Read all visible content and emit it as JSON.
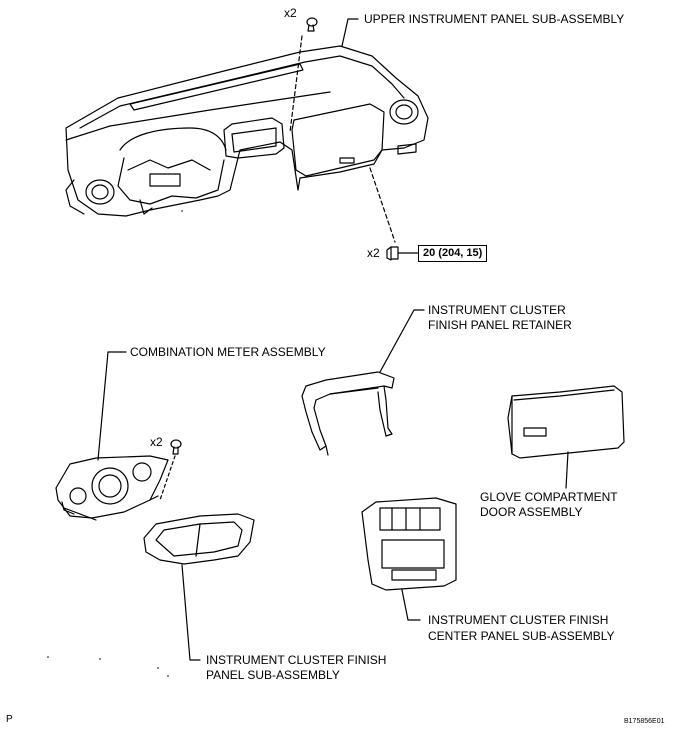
{
  "labels": {
    "upper_panel": "UPPER INSTRUMENT PANEL SUB-ASSEMBLY",
    "cluster_retainer_1": "INSTRUMENT CLUSTER",
    "cluster_retainer_2": "FINISH PANEL RETAINER",
    "combination_meter": "COMBINATION METER ASSEMBLY",
    "glove_door_1": "GLOVE COMPARTMENT",
    "glove_door_2": "DOOR ASSEMBLY",
    "center_panel_1": "INSTRUMENT CLUSTER FINISH",
    "center_panel_2": "CENTER PANEL SUB-ASSEMBLY",
    "finish_panel_1": "INSTRUMENT CLUSTER FINISH",
    "finish_panel_2": "PANEL SUB-ASSEMBLY"
  },
  "quantities": {
    "top_clip": "x2",
    "lower_bolt": "x2",
    "meter_screw": "x2"
  },
  "torque": "20 (204, 15)",
  "corner": {
    "left": "P",
    "right": "B175856E01"
  }
}
